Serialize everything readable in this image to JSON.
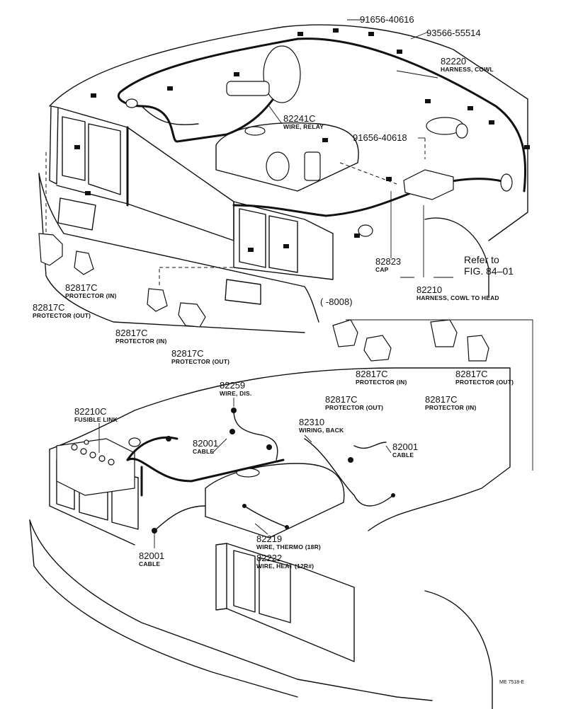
{
  "labels": {
    "p91656_40616": "91656-40616",
    "p93566_55514": "93566-55514",
    "p82220_num": "82220",
    "p82220_desc": "HARNESS, COWL",
    "p82241c_num": "82241C",
    "p82241c_desc": "WIRE, RELAY",
    "p91656_40618": "91656-40618",
    "refer_to": "Refer to",
    "fig_ref": "FIG. 84–01",
    "p82823_num": "82823",
    "p82823_desc": "CAP",
    "p82210_num": "82210",
    "p82210_desc": "HARNESS, COWL TO HEAD",
    "range_note": "( -8008)",
    "prot_in_1_num": "82817C",
    "prot_in_1_desc": "PROTECTOR (IN)",
    "prot_out_1_num": "82817C",
    "prot_out_1_desc": "PROTECTOR (OUT)",
    "prot_in_2_num": "82817C",
    "prot_in_2_desc": "PROTECTOR (IN)",
    "prot_out_2_num": "82817C",
    "prot_out_2_desc": "PROTECTOR (OUT)",
    "prot_in_3_num": "82817C",
    "prot_in_3_desc": "PROTECTOR (IN)",
    "prot_out_3_num": "82817C",
    "prot_out_3_desc": "PROTECTOR (OUT)",
    "prot_out_4_num": "82817C",
    "prot_out_4_desc": "PROTECTOR (OUT)",
    "prot_in_4_num": "82817C",
    "prot_in_4_desc": "PROTECTOR (IN)",
    "p82259_num": "82259",
    "p82259_desc": "WIRE, DIS.",
    "p82210c_num": "82210C",
    "p82210c_desc": "FUSIBLE LINK",
    "p82310_num": "82310",
    "p82310_desc": "WIRING, BACK",
    "p82001_a_num": "82001",
    "p82001_a_desc": "CABLE",
    "p82001_b_num": "82001",
    "p82001_b_desc": "CABLE",
    "p82001_c_num": "82001",
    "p82001_c_desc": "CABLE",
    "p82219_num": "82219",
    "p82219_desc": "WIRE, THERMO (18R)",
    "p82222_num": "82222",
    "p82222_desc": "WIRE, HEAT (12R#)",
    "drawing_code": "ME 7518-E"
  }
}
